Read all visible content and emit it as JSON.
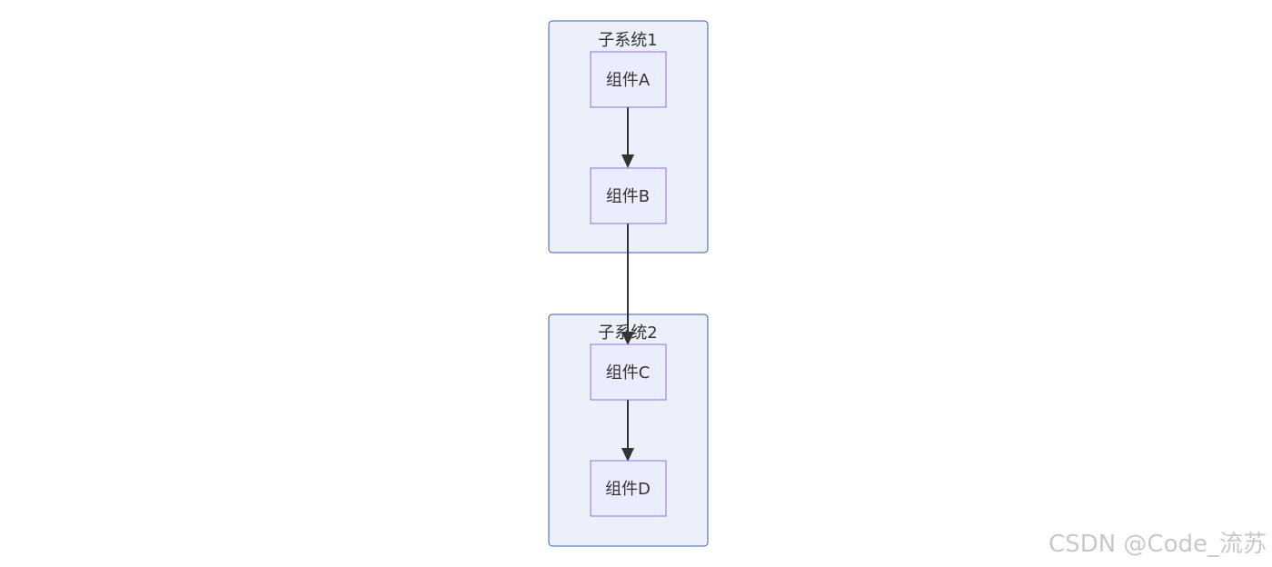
{
  "diagram": {
    "type": "flowchart",
    "direction": "top-down",
    "clusters": [
      {
        "id": "sub1",
        "label": "子系统1"
      },
      {
        "id": "sub2",
        "label": "子系统2"
      }
    ],
    "nodes": [
      {
        "id": "A",
        "label": "组件A",
        "cluster": "sub1"
      },
      {
        "id": "B",
        "label": "组件B",
        "cluster": "sub1"
      },
      {
        "id": "C",
        "label": "组件C",
        "cluster": "sub2"
      },
      {
        "id": "D",
        "label": "组件D",
        "cluster": "sub2"
      }
    ],
    "edges": [
      {
        "from": "A",
        "to": "B"
      },
      {
        "from": "B",
        "to": "C"
      },
      {
        "from": "C",
        "to": "D"
      }
    ],
    "colors": {
      "cluster_fill": "#ecf0fa",
      "cluster_stroke": "#3a5fa8",
      "node_fill": "#ececff",
      "node_stroke": "#9370db",
      "edge": "#333333",
      "text": "#333333",
      "watermark": "#c8c8c8"
    }
  },
  "watermark": "CSDN @Code_流苏"
}
